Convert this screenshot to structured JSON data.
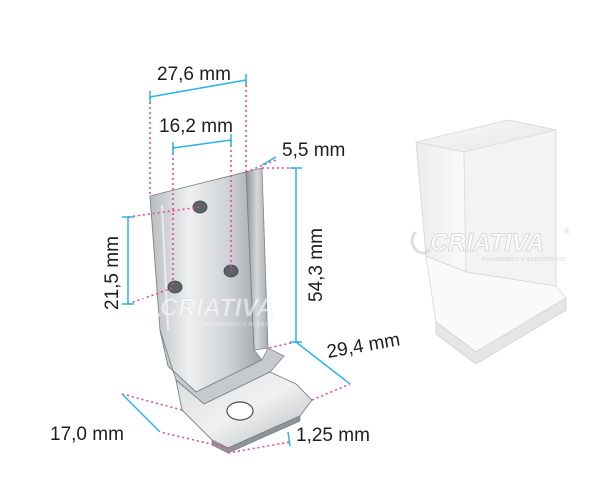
{
  "colors": {
    "dimension_line": "#2bb3e6",
    "guide_line": "#e8479a",
    "text": "#1e1e1e",
    "steel_light": "#e6e8ea",
    "steel_mid": "#c3c6ca",
    "steel_dark": "#8e9398",
    "cap_white": "#f6f6f6",
    "cap_shade": "#e2e2e2"
  },
  "dimensions": {
    "width_outer": "27,6 mm",
    "width_holes": "16,2 mm",
    "thickness_top": "5,5 mm",
    "height_total": "54,3 mm",
    "height_holes": "21,5 mm",
    "depth": "29,4 mm",
    "base_width": "17,0 mm",
    "thickness_base": "1,25 mm"
  },
  "watermark": {
    "brand": "CRIATIVA",
    "tagline": "PUXADORES E ACESSÓRIOS",
    "registered": "®"
  }
}
